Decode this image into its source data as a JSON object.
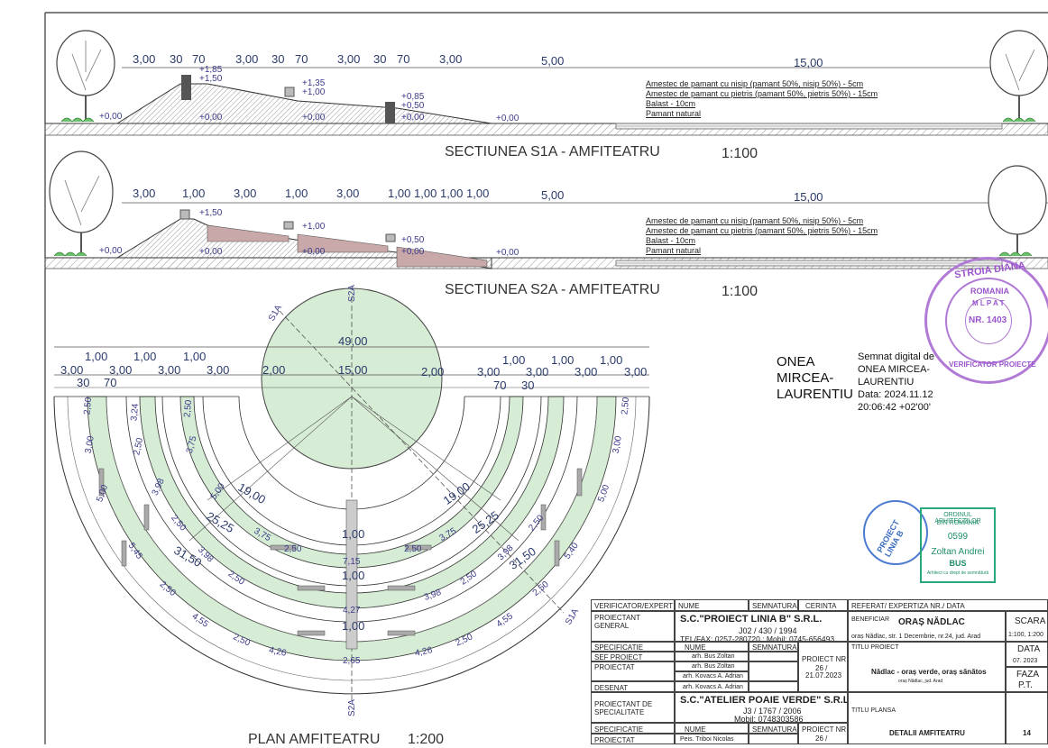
{
  "section_s1": {
    "title": "SECTIUNEA S1A - AMFITEATRU",
    "scale": "1:100",
    "dims": [
      "3,00",
      "30",
      "70",
      "3,00",
      "30",
      "70",
      "3,00",
      "30",
      "70",
      "3,00",
      "5,00",
      "15,00"
    ],
    "levels": [
      "+1,85",
      "+1,50",
      "+1,35",
      "+1,00",
      "+0,85",
      "+0,50",
      "+0,00",
      "+0,00",
      "+0,00",
      "+0,00",
      "+0,00"
    ],
    "layers": [
      "Amestec de pamant cu nisip (pamant 50%, nisip 50%) - 5cm",
      "Amestec de pamant cu pietris (pamant 50%, pietris 50%) - 15cm",
      "Balast - 10cm",
      "Pamant natural"
    ]
  },
  "section_s2": {
    "title": "SECTIUNEA S2A - AMFITEATRU",
    "scale": "1:100",
    "dims": [
      "3,00",
      "1,00",
      "3,00",
      "1,00",
      "3,00",
      "1,00",
      "1,00",
      "1,00",
      "1,00",
      "5,00",
      "15,00"
    ],
    "levels": [
      "+1,50",
      "+1,00",
      "+0,50",
      "+0,00",
      "+0,00",
      "+0,00",
      "+0,00",
      "+0,00"
    ],
    "layers": [
      "Amestec de pamant cu nisip (pamant 50%, nisip 50%) - 5cm",
      "Amestec de pamant cu pietris (pamant 50%, pietris 50%) - 15cm",
      "Balast - 10cm",
      "Pamant natural"
    ]
  },
  "plan": {
    "title": "PLAN AMFITEATRU",
    "scale": "1:200",
    "top_dims_upper": [
      "1,00",
      "1,00",
      "1,00",
      "1,00",
      "1,00",
      "1,00"
    ],
    "top_dims_lower": [
      "3,00",
      "3,00",
      "3,00",
      "3,00",
      "2,00",
      "15,00",
      "2,00",
      "3,00",
      "3,00",
      "3,00",
      "3,00"
    ],
    "small_dims": [
      "30",
      "70",
      "70",
      "30"
    ],
    "overall": "49,00",
    "radii": [
      "19,00",
      "19,00",
      "25,25",
      "25,25",
      "31,50",
      "31,50"
    ],
    "axis_values": [
      "1,00",
      "7,15",
      "1,00",
      "4,27",
      "1,00",
      "2,65"
    ],
    "arc_dims": [
      "2,50",
      "3,00",
      "5,00",
      "5,45",
      "2,50",
      "4,55",
      "2,50",
      "4,26",
      "3,24",
      "2,50",
      "3,98",
      "2,50",
      "3,98",
      "2,50",
      "2,50",
      "3,75",
      "5,00",
      "3,75",
      "2,50",
      "2,50",
      "3,75",
      "3,98",
      "2,50",
      "3,98",
      "2,50",
      "4,26",
      "2,50",
      "4,55",
      "2,50",
      "5,40",
      "5,00",
      "3,00",
      "2,50"
    ],
    "section_marks": [
      "S1A",
      "S1A",
      "S2A",
      "S2A"
    ]
  },
  "signature": {
    "name_lines": [
      "ONEA",
      "MIRCEA-",
      "LAURENTIU"
    ],
    "text_lines": [
      "Semnat digital de",
      "ONEA MIRCEA-",
      "LAURENTIU",
      "Data: 2024.11.12",
      "20:06:42 +02'00'"
    ]
  },
  "stamps": {
    "round_top": "STROIA DIANA",
    "round_inner": [
      "ROMANIA",
      "M L P A T",
      "NR. 1403"
    ],
    "round_bottom": "VERIFICATOR PROIECTE",
    "blue_round": "PROIECT LINIA B",
    "rect_lines": [
      "ORDINUL ARHITECTILOR",
      "DIN ROMÂNIA",
      "0599",
      "Zoltan Andrei",
      "BUS",
      "Arhitect cu drept de semnătură"
    ]
  },
  "title_block": {
    "verificator": "VERIFICATOR/EXPERT",
    "nume": "NUME",
    "semnatura": "SEMNATURA",
    "cerinta": "CERINTA",
    "referat": "REFERAT/ EXPERTIZA NR./ DATA",
    "proiectant_general": "PROIECTANT GENERAL",
    "firm1": "S.C.\"PROIECT LINIA B\" S.R.L.",
    "firm1_reg": "J02 / 430 / 1994",
    "firm1_tel": "TEL/FAX: 0257-280720 ; Mobil: 0745-656493",
    "beneficiar_label": "BENEFICIAR",
    "beneficiar": "ORAȘ NĂDLAC",
    "beneficiar_addr": "oraș Nădlac, str. 1 Decembrie, nr.24, jud. Arad",
    "scara_label": "SCARA",
    "scara": "1:100, 1:200",
    "specificatie": "SPECIFICATIE",
    "sef_proiect": "SEF PROIECT",
    "sef_proiect_name": "arh. Bus Zoltan",
    "proiectat": "PROIECTAT",
    "proiectat_name": "arh. Bus Zoltan",
    "proiectat_name2": "arh. Kovacs A. Adrian",
    "desenat": "DESENAT",
    "desenat_name": "arh. Kovacs A. Adrian",
    "proiect_nr_label": "PROIECT NR.",
    "proiect_nr": "26 /",
    "proiect_date": "21.07.2023",
    "titlu_proiect_label": "TITLU PROIECT",
    "titlu_proiect": "Nădlac - oraș verde, oraș sănătos",
    "titlu_proiect_sub": "oraș Nădlac, jud. Arad",
    "data_label": "DATA",
    "data": "07. 2023",
    "faza_label": "FAZA",
    "faza": "P.T.",
    "proiectant_spec": "PROIECTANT DE SPECIALITATE",
    "firm2": "S.C.\"ATELIER POAIE VERDE\" S.R.L.",
    "firm2_reg": "J3 / 1767 / 2006",
    "firm2_tel": "Mobil: 0748303586",
    "titlu_plansa_label": "TITLU PLANSA",
    "titlu_plansa": "DETALII AMFITEATRU",
    "plansa_nr": "14",
    "bottom_specificatie": "SPECIFICATIE",
    "bottom_nume": "NUME",
    "bottom_semnatura": "SEMNATURA",
    "bottom_proiect_nr": "PROIECT NR.",
    "bottom_proiectat": "PROIECTAT",
    "bottom_proiectat_name": "Peis. Triboi Nicolas",
    "bottom_nr": "26 /"
  }
}
